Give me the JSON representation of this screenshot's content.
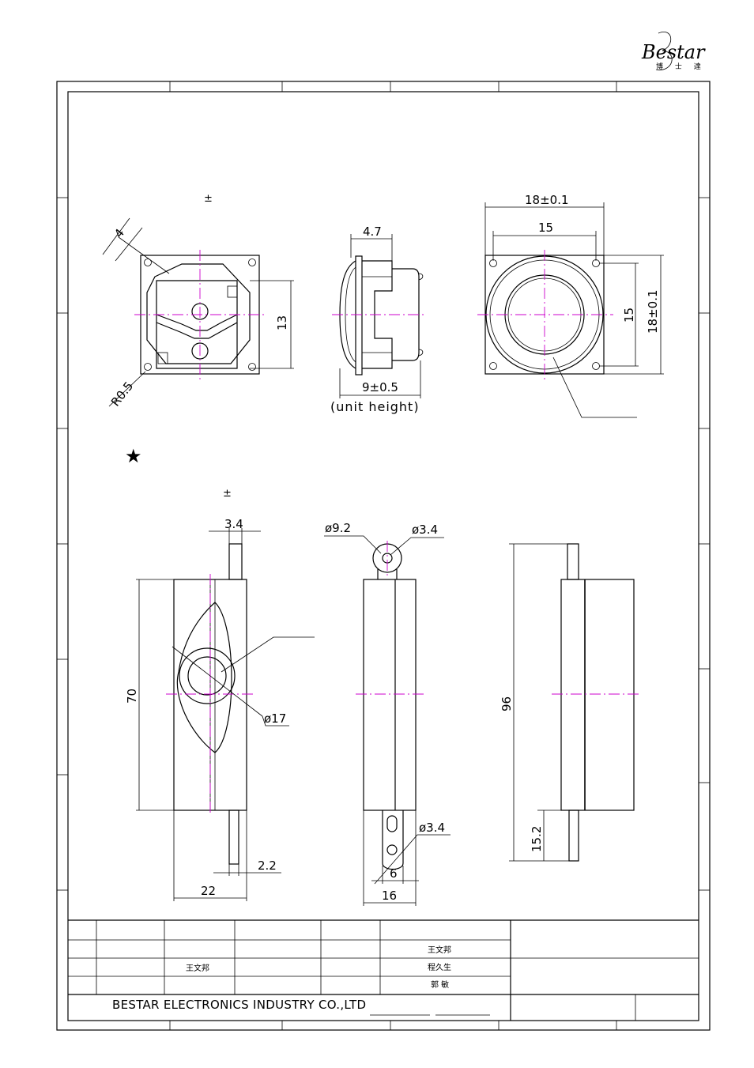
{
  "logo": {
    "name": "Bestar",
    "sub": "博 士 達"
  },
  "top_view": {
    "tolerance_mark": "±",
    "dim_4": "4",
    "dim_13": "13",
    "dim_r05": "R0.5"
  },
  "side_view": {
    "dim_47": "4.7",
    "dim_9": "9±0.5",
    "unit_height": "(unit height)"
  },
  "front_view": {
    "dim_18w": "18±0.1",
    "dim_15w": "15",
    "dim_15h": "15",
    "dim_18h": "18±0.1"
  },
  "box_section": {
    "star": "★",
    "tolerance_mark": "±",
    "dim_34_top": "3.4",
    "dim_70": "70",
    "dim_17": "ø17",
    "dim_22_small": "2.2",
    "dim_22": "22",
    "dim_92": "ø9.2",
    "dim_34_right": "ø3.4",
    "dim_34_bottom": "ø3.4",
    "dim_6": "6",
    "dim_16": "16",
    "dim_96": "96",
    "dim_152": "15.2"
  },
  "title_block": {
    "name_1": "王文邦",
    "name_2": "王文邦",
    "name_3": "程久生",
    "name_4": "郭 敏",
    "company": "BESTAR ELECTRONICS INDUSTRY CO.,LTD"
  }
}
